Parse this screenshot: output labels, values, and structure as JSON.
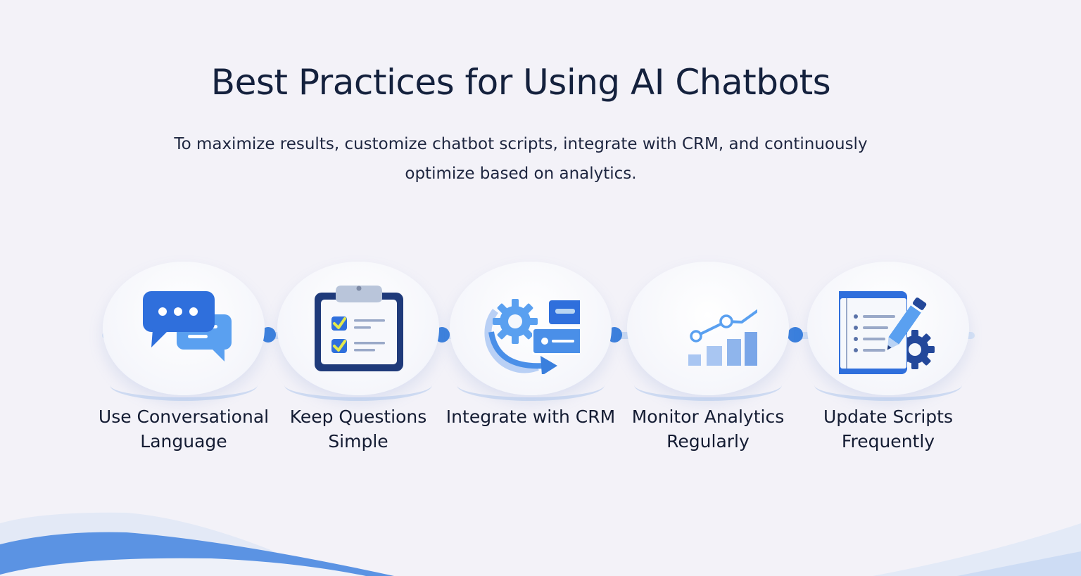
{
  "header": {
    "title": "Best Practices for Using AI Chatbots",
    "subtitle": "To maximize results, customize chatbot scripts, integrate with CRM, and continuously optimize based on analytics."
  },
  "colors": {
    "primary_blue": "#2f6fdc",
    "light_blue": "#5aa0f0",
    "navy": "#1f3a7a",
    "title_text": "#14213d",
    "background": "#f3f2f8",
    "check_yellow": "#e4e94a"
  },
  "steps": [
    {
      "label": "Use Conversational Language",
      "icon": "chat-bubbles-icon"
    },
    {
      "label": "Keep Questions Simple",
      "icon": "clipboard-checklist-icon"
    },
    {
      "label": "Integrate with CRM",
      "icon": "gear-sync-cards-icon"
    },
    {
      "label": "Monitor Analytics Regularly",
      "icon": "bar-line-chart-icon"
    },
    {
      "label": "Update Scripts Frequently",
      "icon": "document-pencil-gear-icon"
    }
  ]
}
